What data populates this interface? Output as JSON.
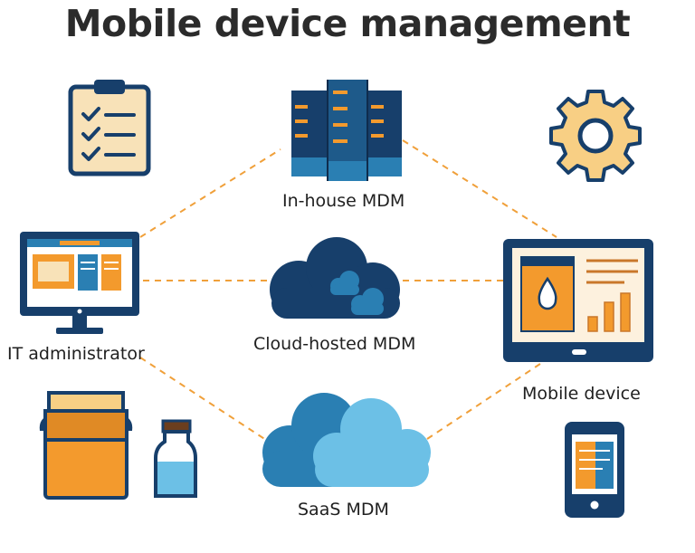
{
  "title": "Mobile device management",
  "nodes": {
    "inhouse": "In-house MDM",
    "cloud": "Cloud-hosted MDM",
    "saas": "SaaS MDM",
    "admin": "IT administrator",
    "mobile": "Mobile device"
  },
  "icons": {
    "clipboard": "clipboard-checklist-icon",
    "gear": "gear-icon",
    "server": "server-rack-icon",
    "monitor": "desktop-monitor-icon",
    "cloud": "cloud-icon",
    "tablet": "tablet-icon",
    "milk_can": "milk-can-icon",
    "bottle": "milk-bottle-icon",
    "phone": "smartphone-icon"
  },
  "colors": {
    "navy": "#173f6b",
    "orange": "#f39a2d",
    "cream": "#f8e2b8",
    "blue": "#2a7fb3",
    "light_blue": "#6cc0e6",
    "dashed": "#f0a03a"
  }
}
